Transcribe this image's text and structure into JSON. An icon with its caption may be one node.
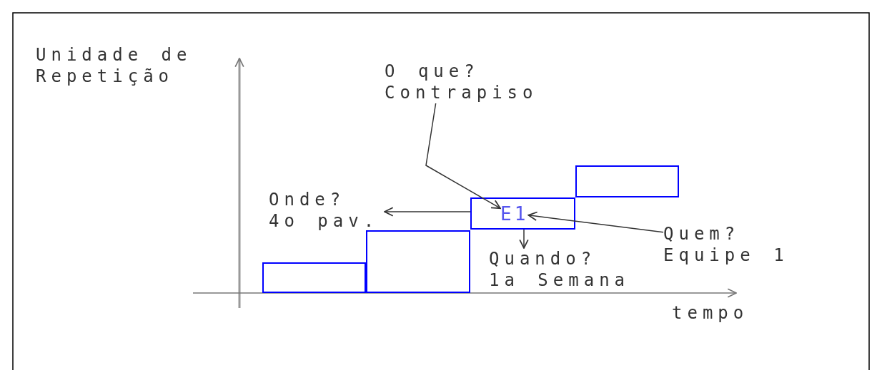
{
  "diagram": {
    "nodes": [
      {
        "text": [
          "O que? Contrapiso"
        ]
      },
      {
        "text": [
          "Onde? 4o pav."
        ]
      },
      {
        "text": [],
        "shape": "box"
      },
      {
        "text": [],
        "shape": "box"
      },
      {
        "text": [],
        "shape": "box"
      },
      {
        "text": [
          "E1"
        ],
        "in": 4
      },
      {
        "text": [],
        "shape": "box"
      },
      {
        "text": [
          "Quem? Equipe 1"
        ]
      },
      {
        "text": [
          "Quando? 1a Semana"
        ]
      }
    ],
    "edges": [
      {
        "from": 0,
        "to": 5,
        "arrow": "to"
      },
      {
        "from": 4,
        "to": 1,
        "arrow": "to"
      },
      {
        "from": 4,
        "to": 8,
        "arrow": "to"
      },
      {
        "from": 7,
        "to": 5,
        "arrow": "to"
      }
    ],
    "labels": [
      "Unidade de Repetição",
      "tempo"
    ]
  }
}
